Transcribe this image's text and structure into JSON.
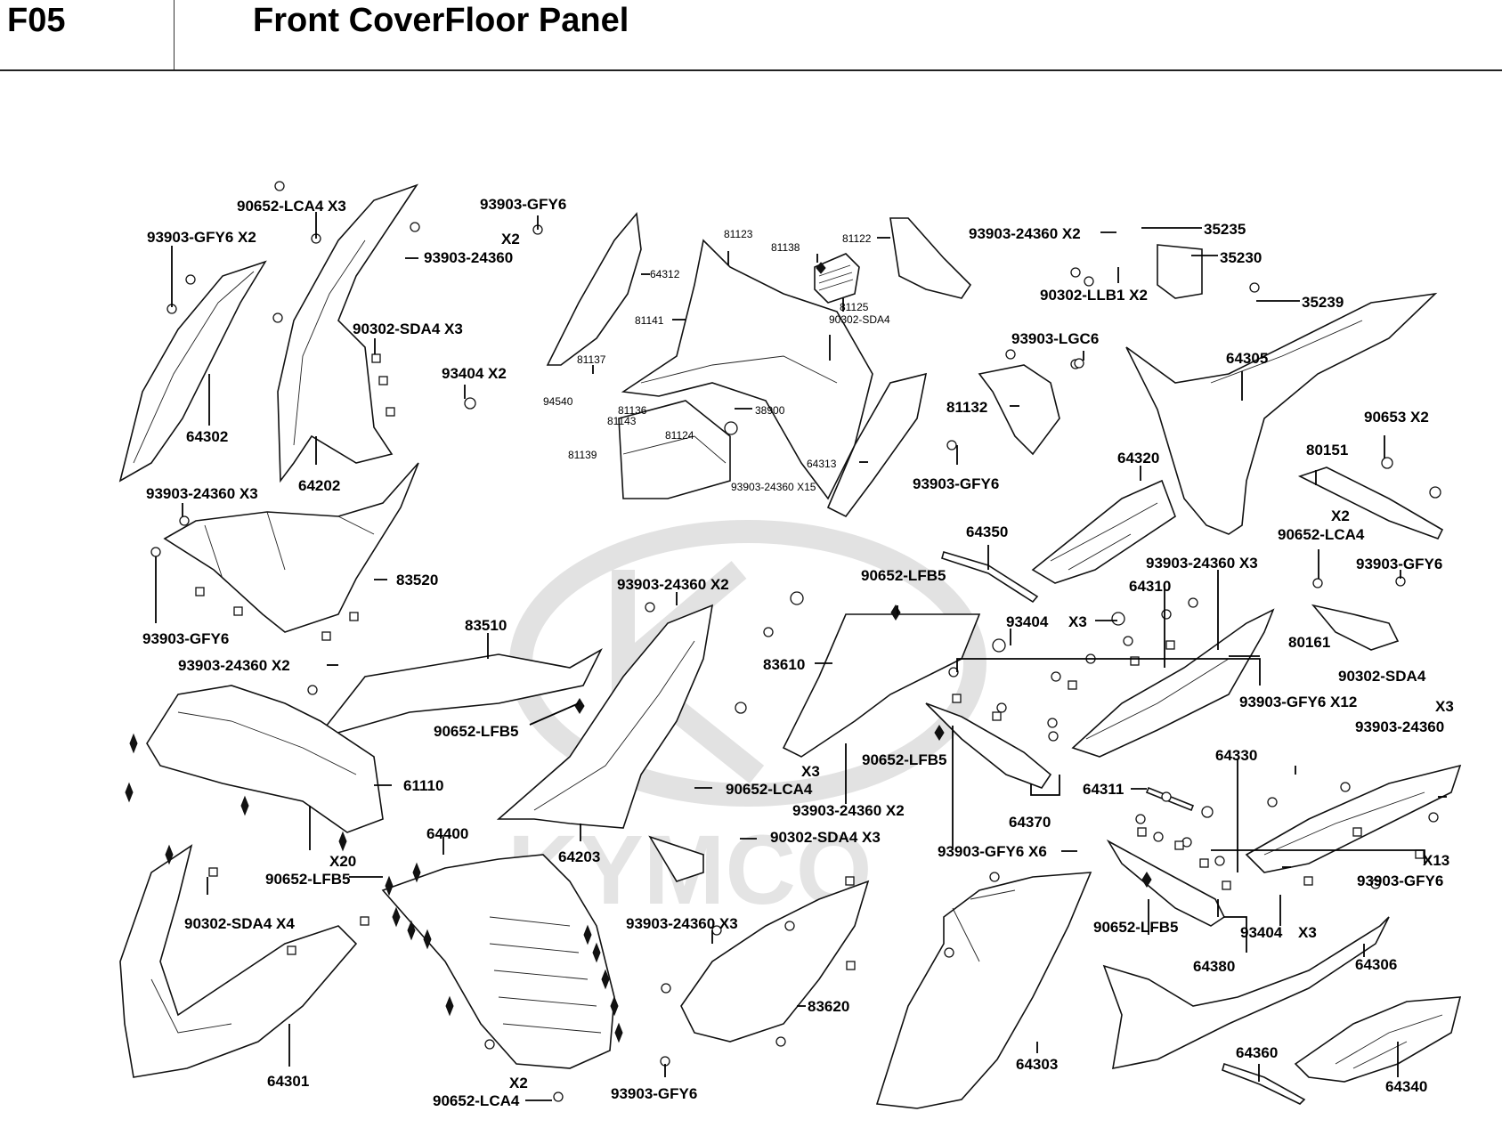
{
  "header": {
    "section_code": "F05",
    "title": "Front CoverFloor Panel"
  },
  "watermark": {
    "brand": "KYMCO"
  },
  "parts": {
    "p93903_gfy6_x2_top": "93903-GFY6 X2",
    "p90652_lca4_x3": "90652-LCA4 X3",
    "p93903_gfy6_top": "93903-GFY6",
    "p_x2_top": "X2",
    "p93903_24360_top": "93903-24360",
    "p90302_sda4_x3_top": "90302-SDA4 X3",
    "p93404_x2": "93404  X2",
    "p64302": "64302",
    "p64202": "64202",
    "p64312": "64312",
    "p81123": "81123",
    "p81138": "81138",
    "p81122": "81122",
    "p81125": "81125",
    "p90302_sda4_small": "90302-SDA4",
    "p81141": "81141",
    "p81137": "81137",
    "p94540": "94540",
    "p81136": "81136",
    "p81143": "81143",
    "p81139": "81139",
    "p81124": "81124",
    "p38900": "38900",
    "p64313": "64313",
    "p93903_24360_x15": "93903-24360 X15",
    "p93903_24360_x2_tr": "93903-24360 X2",
    "p35235": "35235",
    "p35230": "35230",
    "p90302_llb1_x2": "90302-LLB1 X2",
    "p35239": "35239",
    "p93903_lgc6": "93903-LGC6",
    "p81132": "81132",
    "p64305": "64305",
    "p90653_x2": "90653  X2",
    "p93903_gfy6_mid": "93903-GFY6",
    "p64320": "64320",
    "p80151": "80151",
    "p_x2_80151": "X2",
    "p90652_lca4_right": "90652-LCA4",
    "p93903_24360_x3_left": "93903-24360 X3",
    "p83520": "83520",
    "p93903_gfy6_left": "93903-GFY6",
    "p93903_24360_x2_left": "93903-24360 X2",
    "p83510": "83510",
    "p90652_lfb5_a": "90652-LFB5",
    "p61110": "61110",
    "p93903_24360_x2_center": "93903-24360 X2",
    "p90652_lfb5_b": "90652-LFB5",
    "p83610": "83610",
    "p64350": "64350",
    "p93404_x3_a": "93404",
    "p_x3_a": "X3",
    "p93903_24360_x3_right": "93903-24360 X3",
    "p64310": "64310",
    "p93903_gfy6_right": "93903-GFY6",
    "p80161": "80161",
    "p90302_sda4_right": "90302-SDA4",
    "p93903_gfy6_x12": "93903-GFY6 X12",
    "p_x3_right": "X3",
    "p93903_24360_right": "93903-24360",
    "p_x3_center": "X3",
    "p90652_lca4_center": "90652-LCA4",
    "p90652_lfb5_c": "90652-LFB5",
    "p93903_24360_x2_lower": "93903-24360 X2",
    "p64370": "64370",
    "p64330": "64330",
    "p64311": "64311",
    "p64203": "64203",
    "p90302_sda4_x3_center": "90302-SDA4 X3",
    "p_x20": "X20",
    "p90652_lfb5_x20": "90652-LFB5",
    "p64400": "64400",
    "p90302_sda4_x4": "90302-SDA4 X4",
    "p93903_gfy6_x6": "93903-GFY6 X6",
    "p_x13": "X13",
    "p93903_gfy6_x13": "93903-GFY6",
    "p90652_lfb5_d": "90652-LFB5",
    "p93404_x3_b": "93404",
    "p_x3_b": "X3",
    "p64380": "64380",
    "p93903_24360_x3_bottom": "93903-24360 X3",
    "p83620": "83620",
    "p64306": "64306",
    "p64301": "64301",
    "p_x2_bottom": "X2",
    "p90652_lca4_bottom": "90652-LCA4",
    "p93903_gfy6_bottom": "93903-GFY6",
    "p64303": "64303",
    "p64360": "64360",
    "p64340": "64340"
  }
}
